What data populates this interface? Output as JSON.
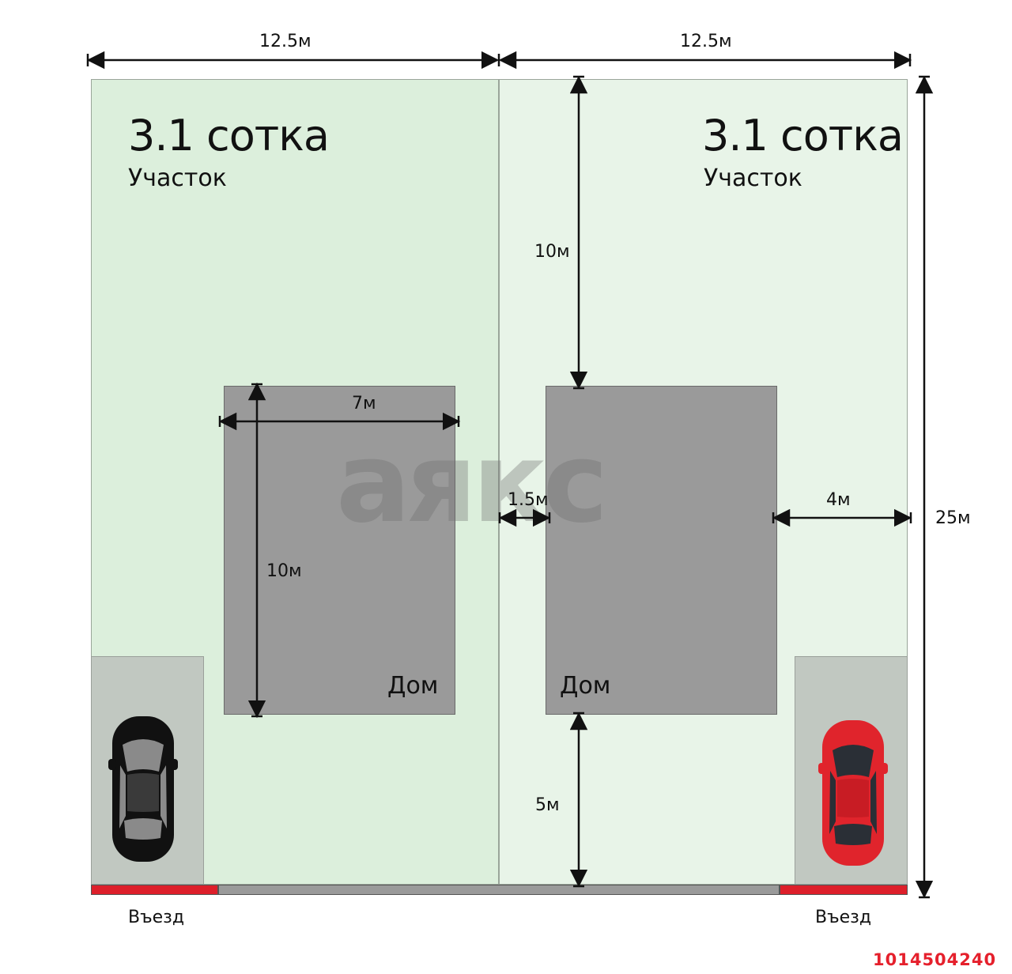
{
  "plots": [
    {
      "area": "3.1 сотка",
      "label": "Участок",
      "house_label": "Дом",
      "entry_label": "Въезд",
      "car_color": "#111111"
    },
    {
      "area": "3.1 сотка",
      "label": "Участок",
      "house_label": "Дом",
      "entry_label": "Въезд",
      "car_color": "#e0242c"
    }
  ],
  "dimensions": {
    "plot_width_left": "12.5м",
    "plot_width_right": "12.5м",
    "total_depth": "25м",
    "house_width": "7м",
    "house_depth": "10м",
    "front_setback": "10м",
    "rear_setback": "5м",
    "side_gap": "1.5м",
    "side_setback": "4м"
  },
  "watermark": "аякс",
  "listing_id": "1014504240",
  "colors": {
    "plot_left": "#dcefdc",
    "plot_right": "#e8f4e8",
    "house": "#9a9a9a",
    "road": "#9a9a9a",
    "entry": "#dd1f2a",
    "parking": "#c1c8c1"
  }
}
